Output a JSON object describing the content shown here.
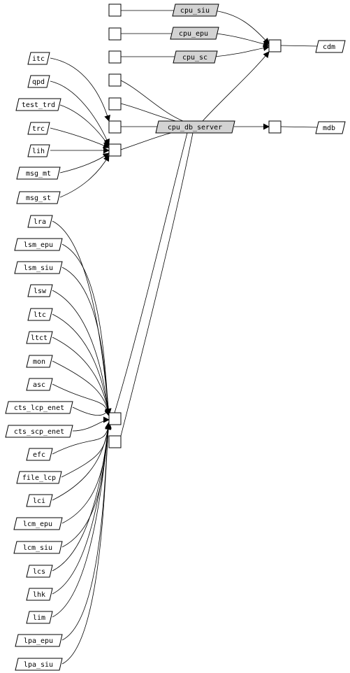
{
  "diagram": {
    "colors": {
      "highlight_fill": "#d3d3d3",
      "plain_fill": "#ffffff",
      "stroke": "#000000"
    },
    "left_top_nodes": [
      "itc",
      "qpd",
      "test_trd",
      "trc",
      "lih",
      "msg_mt",
      "msg_st"
    ],
    "left_bottom_nodes": [
      "lra",
      "lsm_epu",
      "lsm_siu",
      "lsw",
      "ltc",
      "ltct",
      "mon",
      "asc",
      "cts_lcp_enet",
      "cts_scp_enet",
      "efc",
      "file_lcp",
      "lci",
      "lcm_epu",
      "lcm_siu",
      "lcs",
      "lhk",
      "lim",
      "lpa_epu",
      "lpa_siu"
    ],
    "top_nodes": [
      "cpu_siu",
      "cpu_epu",
      "cpu_sc"
    ],
    "center_node": "cpu_db_server",
    "right_nodes": [
      "cdm",
      "mdb"
    ]
  }
}
